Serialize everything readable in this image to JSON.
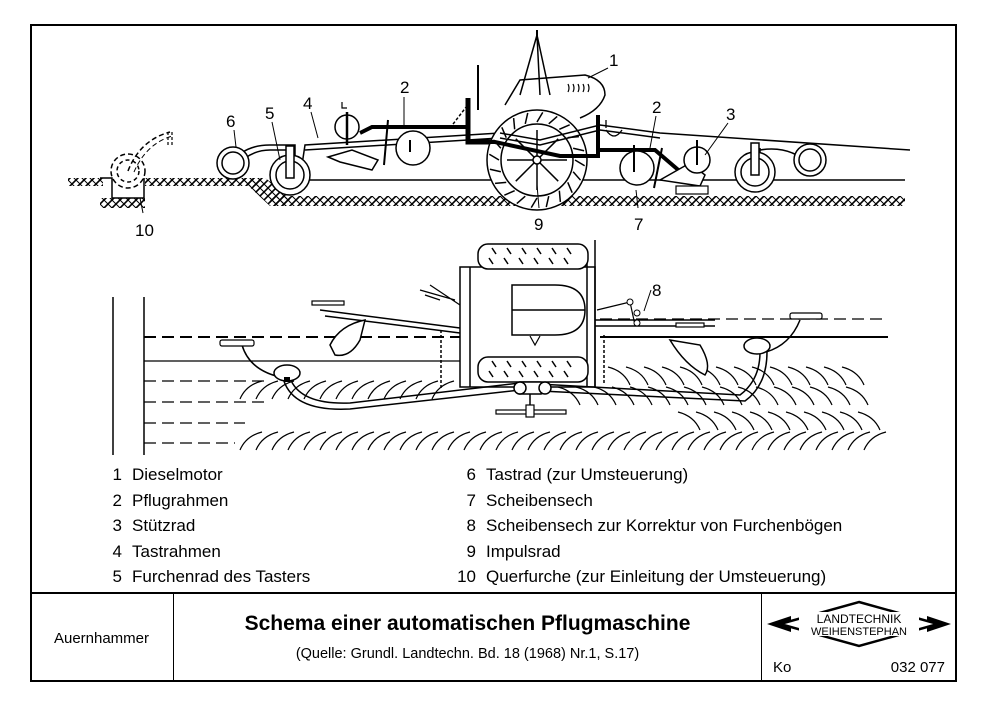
{
  "document": {
    "type": "technical drawing sheet",
    "title": "Schema einer automatischen Pflugmaschine",
    "source": "(Quelle: Grundl. Landtechn. Bd. 18 (1968) Nr.1, S.17)",
    "author": "Auernhammer",
    "logo": {
      "line1": "LANDTECHNIK",
      "line2": "WEIHENSTEPHAN"
    },
    "drawer_code": "Ko",
    "drawing_number": "032 077"
  },
  "callouts": {
    "side_view": [
      "1",
      "2",
      "3",
      "4",
      "5",
      "6",
      "2",
      "7",
      "9",
      "10"
    ],
    "top_view": [
      "8"
    ]
  },
  "legend": {
    "left": [
      {
        "num": "1",
        "label": "Dieselmotor"
      },
      {
        "num": "2",
        "label": "Pflugrahmen"
      },
      {
        "num": "3",
        "label": "Stützrad"
      },
      {
        "num": "4",
        "label": "Tastrahmen"
      },
      {
        "num": "5",
        "label": "Furchenrad des Tasters"
      }
    ],
    "right": [
      {
        "num": "6",
        "label": "Tastrad (zur Umsteuerung)"
      },
      {
        "num": "7",
        "label": "Scheibensech"
      },
      {
        "num": "8",
        "label": "Scheibensech zur Korrektur von Furchenbögen"
      },
      {
        "num": "9",
        "label": "Impulsrad"
      },
      {
        "num": "10",
        "label": "Querfurche (zur Einleitung der Umsteuerung)"
      }
    ]
  }
}
